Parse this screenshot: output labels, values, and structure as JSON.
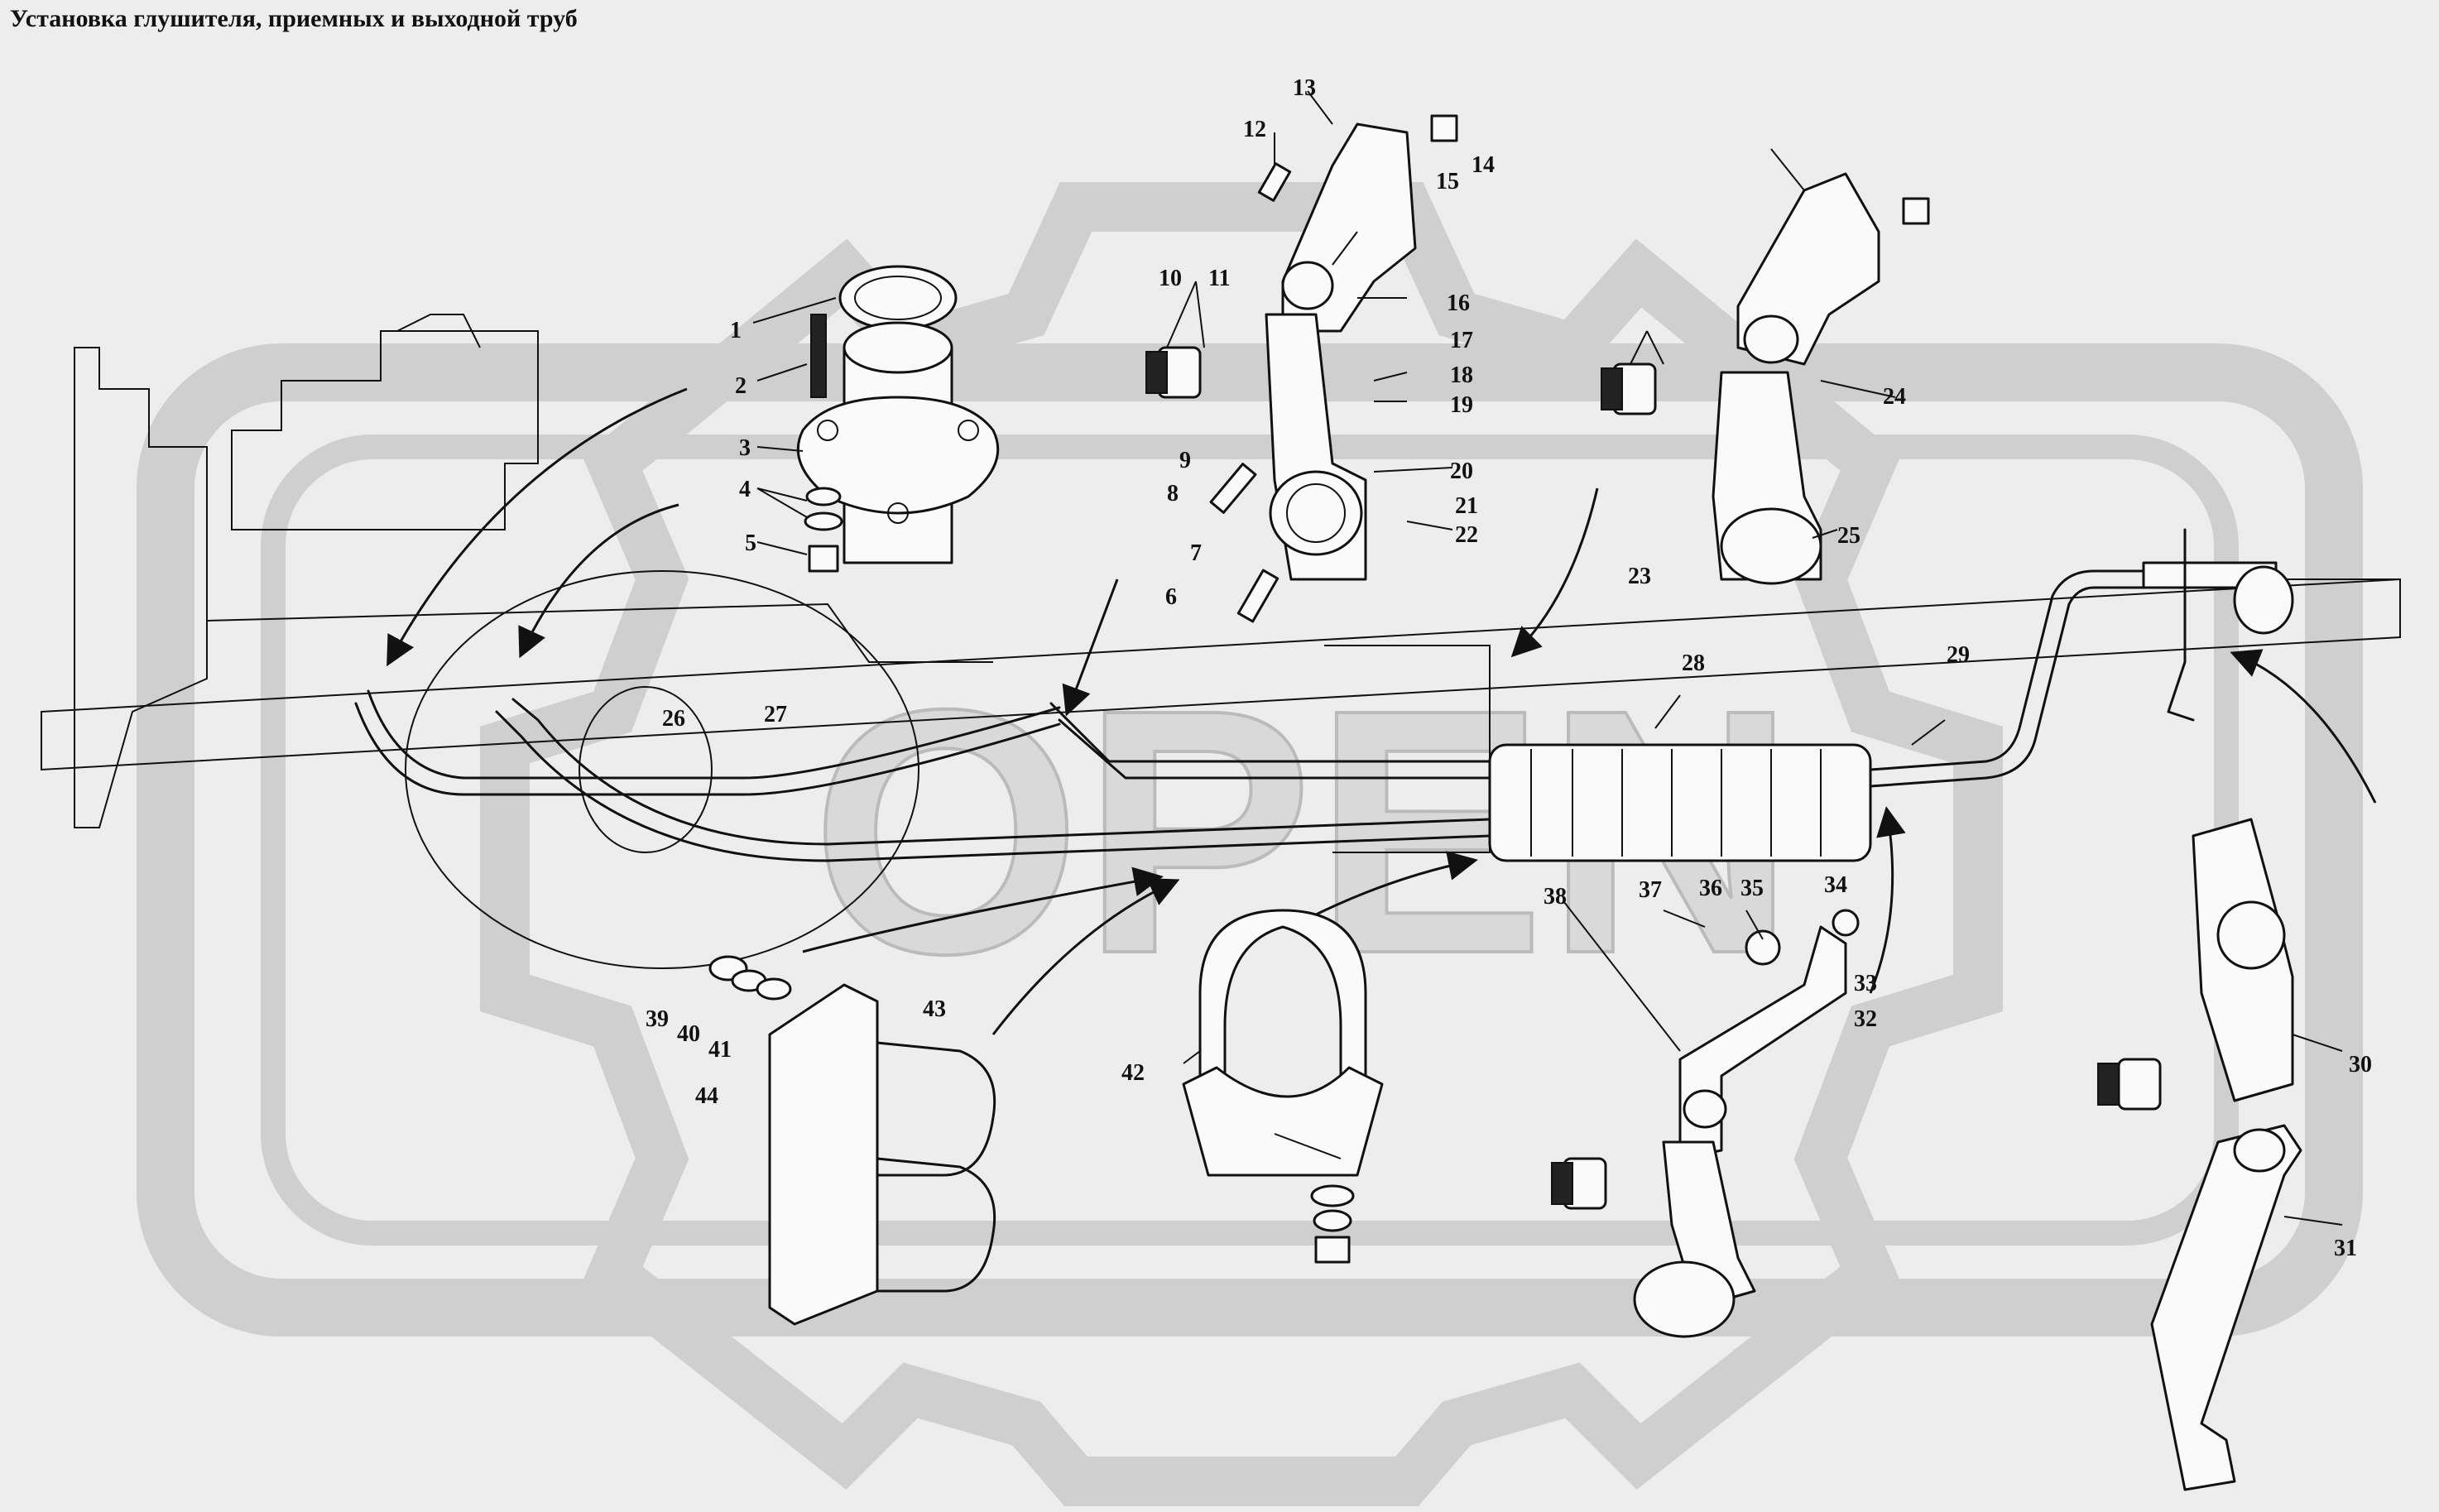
{
  "title": "Установка глушителя, приемных и выходной труб",
  "callouts": [
    "1",
    "2",
    "3",
    "4",
    "5",
    "6",
    "7",
    "8",
    "9",
    "10",
    "11",
    "12",
    "13",
    "14",
    "15",
    "16",
    "17",
    "18",
    "19",
    "20",
    "21",
    "22",
    "23",
    "24",
    "25",
    "26",
    "27",
    "28",
    "29",
    "30",
    "31",
    "32",
    "33",
    "34",
    "35",
    "36",
    "37",
    "38",
    "39",
    "40",
    "41",
    "42",
    "43",
    "44"
  ]
}
